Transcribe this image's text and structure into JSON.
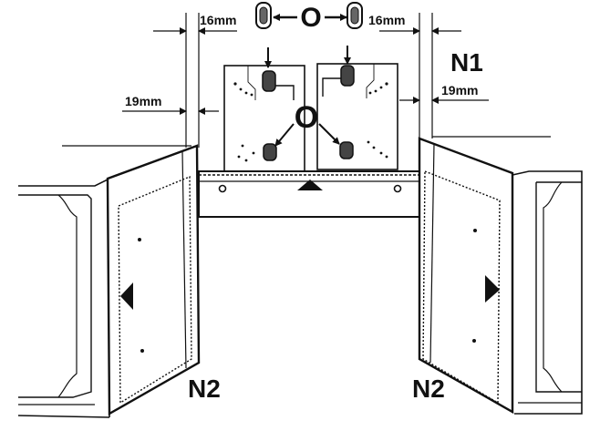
{
  "labels": {
    "dim_top_left": "16mm",
    "dim_top_right": "16mm",
    "dim_side_left": "19mm",
    "dim_side_right": "19mm",
    "symbol_top": "O",
    "symbol_center": "O",
    "label_n1": "N1",
    "label_n2_left": "N2",
    "label_n2_right": "N2"
  },
  "colors": {
    "ink": "#111111",
    "paper": "#ffffff",
    "shade": "#555555"
  },
  "icons": {
    "hinge": "hinge-icon",
    "arrow": "arrow-icon"
  }
}
